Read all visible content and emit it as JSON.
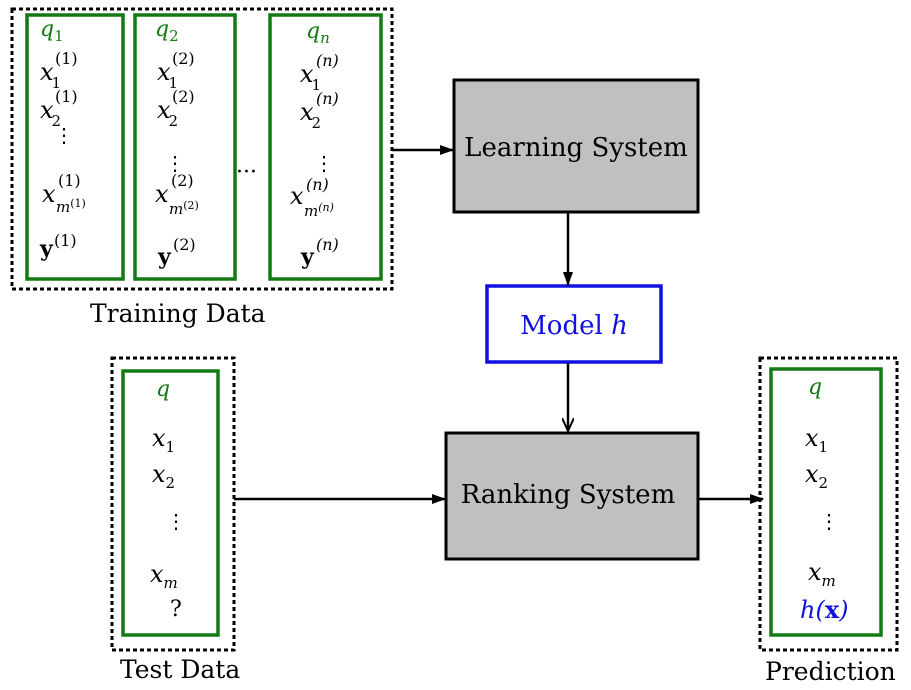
{
  "labels": {
    "training_data": "Training Data",
    "test_data": "Test Data",
    "prediction": "Prediction",
    "learning_system": "Learning System",
    "ranking_system": "Ranking System",
    "model": "Model h",
    "ellipsis_between_queries": "···"
  },
  "training_queries": [
    {
      "q": "q",
      "q_sub": "1",
      "x1_sup": "(1)",
      "x2_sup": "(1)",
      "xm_sup": "(1)",
      "xm_sub": "m",
      "xm_sub_sup": "(1)",
      "y_sup": "(1)"
    },
    {
      "q": "q",
      "q_sub": "2",
      "x1_sup": "(2)",
      "x2_sup": "(2)",
      "xm_sup": "(2)",
      "xm_sub": "m",
      "xm_sub_sup": "(2)",
      "y_sup": "(2)"
    },
    {
      "q": "q",
      "q_sub": "n",
      "x1_sup": "(n)",
      "x2_sup": "(n)",
      "xm_sup": "(n)",
      "xm_sub": "m",
      "xm_sub_sup": "(n)",
      "y_sup": "(n)"
    }
  ],
  "test": {
    "q": "q",
    "x1": "x",
    "x1_sub": "1",
    "x2": "x",
    "x2_sub": "2",
    "xm": "x",
    "xm_sub": "m",
    "unknown": "?"
  },
  "prediction": {
    "q": "q",
    "x1": "x",
    "x1_sub": "1",
    "x2": "x",
    "x2_sub": "2",
    "xm": "x",
    "xm_sub": "m",
    "hx": "h(x)"
  },
  "colors": {
    "query_green": "#137a13",
    "model_blue": "#1010e0",
    "system_gray": "#c0c0c0"
  }
}
